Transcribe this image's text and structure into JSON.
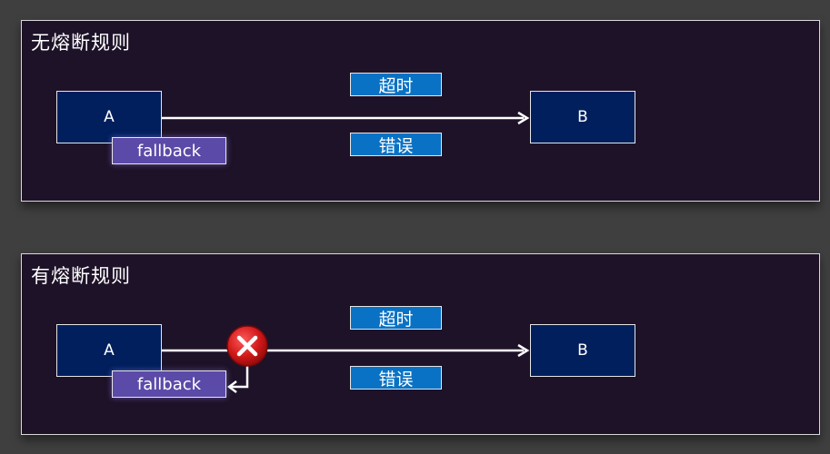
{
  "panels": [
    {
      "title": "无熔断规则",
      "node_a": "A",
      "node_b": "B",
      "fallback": "fallback",
      "tag_timeout": "超时",
      "tag_error": "错误",
      "circuit_broken": false
    },
    {
      "title": "有熔断规则",
      "node_a": "A",
      "node_b": "B",
      "fallback": "fallback",
      "tag_timeout": "超时",
      "tag_error": "错误",
      "circuit_broken": true
    }
  ],
  "colors": {
    "page_background": "#3f3f3f",
    "panel_background": "#1e1228",
    "node_fill": "#001f5c",
    "fallback_fill": "#5b4aa8",
    "tag_fill": "#0a72c4",
    "break_icon_fill": "#c81a1a",
    "arrow": "#ffffff"
  },
  "icons": {
    "break_icon": "circle-x-icon"
  }
}
